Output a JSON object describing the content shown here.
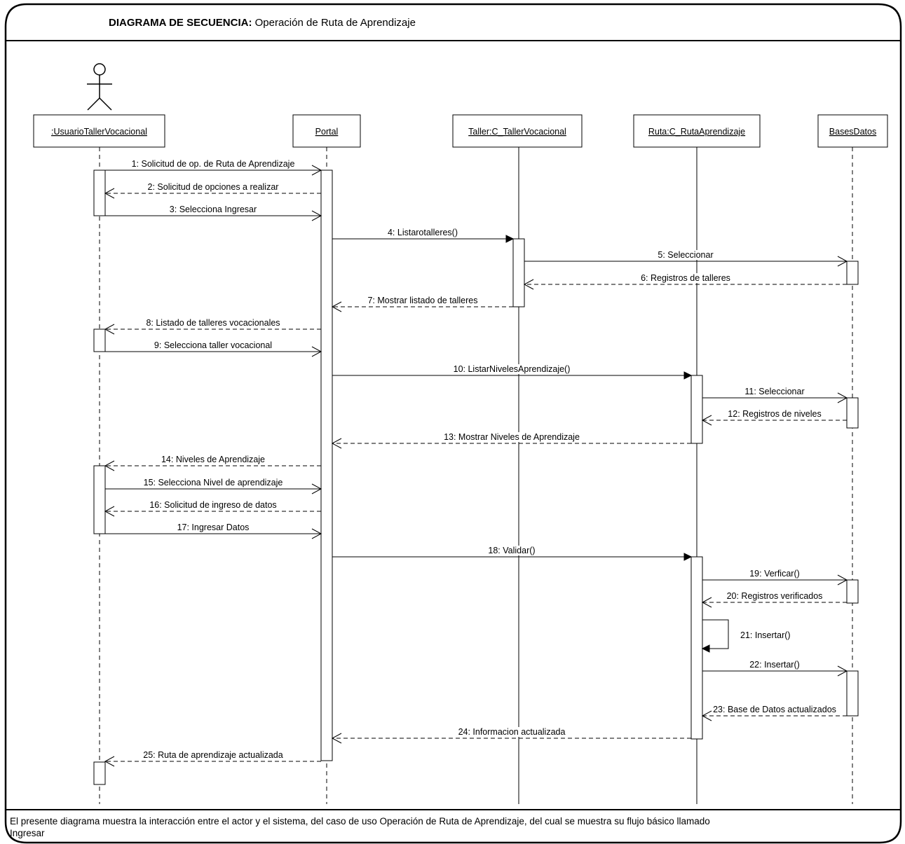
{
  "header": {
    "title_bold": "DIAGRAMA DE SECUENCIA:",
    "title_rest": " Operación de Ruta de Aprendizaje"
  },
  "footer": {
    "line1": "El presente diagrama muestra la interacción entre el actor y el sistema, del caso de uso Operación de Ruta de Aprendizaje, del cual se muestra su flujo básico llamado",
    "line2": "Ingresar"
  },
  "lifelines": [
    {
      "id": "usuario",
      "label": ":UsuarioTallerVocacional",
      "actor": true
    },
    {
      "id": "portal",
      "label": "Portal"
    },
    {
      "id": "taller",
      "label": "Taller:C_TallerVocacional"
    },
    {
      "id": "ruta",
      "label": "Ruta:C_RutaAprendizaje"
    },
    {
      "id": "bd",
      "label": "BasesDatos"
    }
  ],
  "messages": [
    {
      "n": 1,
      "label": "1: Solicitud de op. de Ruta de Aprendizaje",
      "from": "usuario",
      "to": "portal",
      "kind": "async"
    },
    {
      "n": 2,
      "label": "2: Solicitud de opciones a realizar",
      "from": "portal",
      "to": "usuario",
      "kind": "reply"
    },
    {
      "n": 3,
      "label": "3: Selecciona Ingresar",
      "from": "usuario",
      "to": "portal",
      "kind": "async"
    },
    {
      "n": 4,
      "label": "4: Listarotalleres()",
      "from": "portal",
      "to": "taller",
      "kind": "sync"
    },
    {
      "n": 5,
      "label": "5: Seleccionar",
      "from": "taller",
      "to": "bd",
      "kind": "async"
    },
    {
      "n": 6,
      "label": "6: Registros de talleres",
      "from": "bd",
      "to": "taller",
      "kind": "reply"
    },
    {
      "n": 7,
      "label": "7: Mostrar listado de talleres",
      "from": "taller",
      "to": "portal",
      "kind": "reply"
    },
    {
      "n": 8,
      "label": "8: Listado de talleres vocacionales",
      "from": "portal",
      "to": "usuario",
      "kind": "reply"
    },
    {
      "n": 9,
      "label": "9: Selecciona taller vocacional",
      "from": "usuario",
      "to": "portal",
      "kind": "async"
    },
    {
      "n": 10,
      "label": "10: ListarNivelesAprendizaje()",
      "from": "portal",
      "to": "ruta",
      "kind": "sync"
    },
    {
      "n": 11,
      "label": "11: Seleccionar",
      "from": "ruta",
      "to": "bd",
      "kind": "async"
    },
    {
      "n": 12,
      "label": "12: Registros de niveles",
      "from": "bd",
      "to": "ruta",
      "kind": "reply"
    },
    {
      "n": 13,
      "label": "13: Mostrar Niveles de Aprendizaje",
      "from": "ruta",
      "to": "portal",
      "kind": "reply"
    },
    {
      "n": 14,
      "label": "14: Niveles de Aprendizaje",
      "from": "portal",
      "to": "usuario",
      "kind": "reply"
    },
    {
      "n": 15,
      "label": "15: Selecciona Nivel de aprendizaje",
      "from": "usuario",
      "to": "portal",
      "kind": "async"
    },
    {
      "n": 16,
      "label": "16: Solicitud de ingreso de datos",
      "from": "portal",
      "to": "usuario",
      "kind": "reply"
    },
    {
      "n": 17,
      "label": "17: Ingresar Datos",
      "from": "usuario",
      "to": "portal",
      "kind": "async"
    },
    {
      "n": 18,
      "label": "18: Validar()",
      "from": "portal",
      "to": "ruta",
      "kind": "sync"
    },
    {
      "n": 19,
      "label": "19: Verficar()",
      "from": "ruta",
      "to": "bd",
      "kind": "async"
    },
    {
      "n": 20,
      "label": "20: Registros verificados",
      "from": "bd",
      "to": "ruta",
      "kind": "reply"
    },
    {
      "n": 21,
      "label": "21: Insertar()",
      "from": "ruta",
      "to": "ruta",
      "kind": "self"
    },
    {
      "n": 22,
      "label": "22: Insertar()",
      "from": "ruta",
      "to": "bd",
      "kind": "async"
    },
    {
      "n": 23,
      "label": "23: Base de Datos actualizados",
      "from": "bd",
      "to": "ruta",
      "kind": "reply"
    },
    {
      "n": 24,
      "label": "24: Informacion actualizada",
      "from": "ruta",
      "to": "portal",
      "kind": "reply"
    },
    {
      "n": 25,
      "label": "25: Ruta de aprendizaje actualizada",
      "from": "portal",
      "to": "usuario",
      "kind": "reply"
    }
  ]
}
